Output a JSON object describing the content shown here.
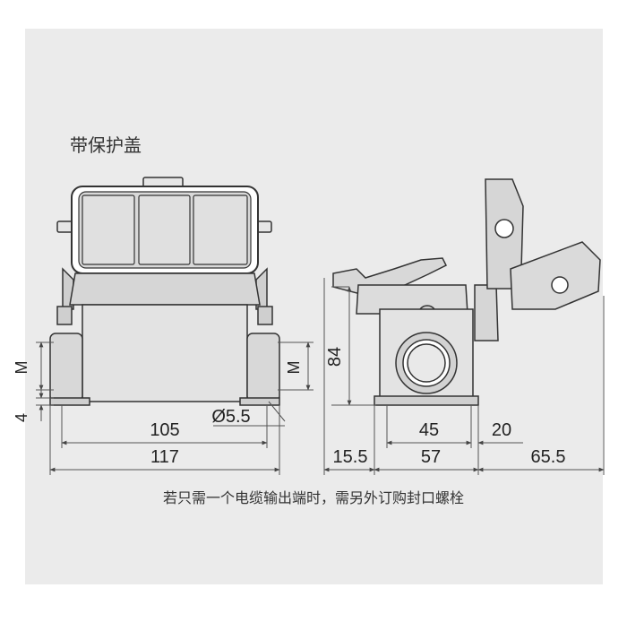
{
  "title": "带保护盖",
  "note": "若只需一个电缆输出端时，需另外订购封口螺栓",
  "labels": {
    "w105": "105",
    "w117": "117",
    "hole": "Ø5.5",
    "m_left": "M",
    "m_right": "M",
    "h4": "4",
    "h84": "84",
    "w45": "45",
    "w20": "20",
    "w15_5": "15.5",
    "w57": "57",
    "w65_5": "65.5"
  },
  "colors": {
    "background": "#ebebeb",
    "body_fill": "#e6e6e6",
    "outline": "#333333",
    "dim_line": "#555555"
  }
}
